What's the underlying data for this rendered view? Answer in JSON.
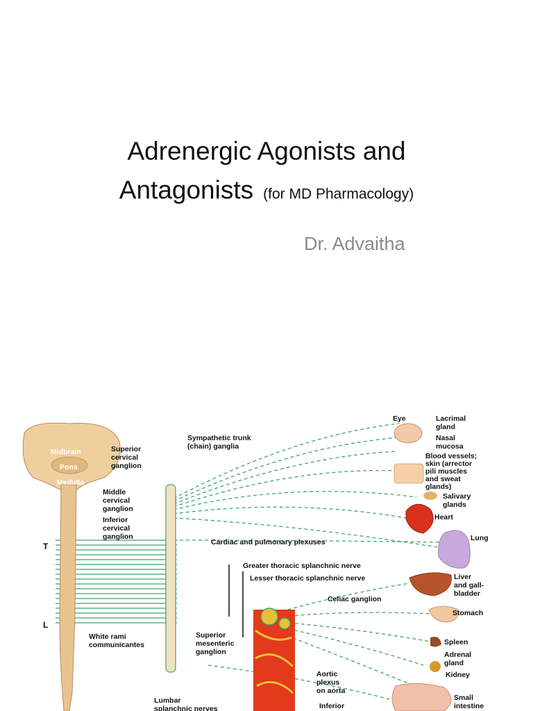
{
  "slide": {
    "title_line1": "Adrenergic Agonists and",
    "title_line2": "Antagonists",
    "title_suffix": "(for MD Pharmacology)",
    "author": "Dr. Advaitha"
  },
  "figure": {
    "brain_labels": [
      "Midbrain",
      "Pons",
      "Medulla"
    ],
    "cord_levels": [
      "T",
      "L"
    ],
    "ganglia_labels": {
      "superior_cervical": [
        "Superior",
        "cervical",
        "ganglion"
      ],
      "middle_cervical": [
        "Middle",
        "cervical",
        "ganglion"
      ],
      "inferior_cervical": [
        "Inferior",
        "cervical",
        "ganglion"
      ],
      "sympathetic_trunk": [
        "Sympathetic trunk",
        "(chain) ganglia"
      ],
      "white_rami": [
        "White rami",
        "communicantes"
      ],
      "superior_mesenteric": [
        "Superior",
        "mesenteric",
        "ganglion"
      ],
      "lumbar_splanchnic": [
        "Lumbar",
        "splanchnic nerves"
      ]
    },
    "nerve_labels": {
      "cardiac_pulmonary": "Cardiac and pulmonary plexuses",
      "greater_splanchnic": "Greater thoracic splanchnic nerve",
      "lesser_splanchnic": "Lesser thoracic splanchnic nerve",
      "celiac": "Celiac ganglion",
      "aortic_plexus": [
        "Aortic",
        "plexus",
        "on aorta"
      ],
      "inferior": "Inferior"
    },
    "organ_labels": {
      "eye": "Eye",
      "lacrimal": [
        "Lacrimal",
        "gland"
      ],
      "nasal": [
        "Nasal",
        "mucosa"
      ],
      "blood_vessels": [
        "Blood vessels;",
        "skin (arrector",
        "pili muscles",
        "and sweat",
        "glands)"
      ],
      "salivary": [
        "Salivary",
        "glands"
      ],
      "heart": "Heart",
      "lung": "Lung",
      "liver": [
        "Liver",
        "and gall-",
        "bladder"
      ],
      "stomach": "Stomach",
      "spleen": "Spleen",
      "adrenal": [
        "Adrenal",
        "gland"
      ],
      "kidney": "Kidney",
      "small_intestine": [
        "Small",
        "intestine"
      ]
    },
    "colors": {
      "nerve_green": "#3aa66a",
      "spinal_tan": "#e7c48f",
      "brain_tan": "#efcf9d",
      "aorta_red": "#e23a1a",
      "lung_purple": "#c9a8dd",
      "liver_brown": "#b5542a"
    }
  }
}
